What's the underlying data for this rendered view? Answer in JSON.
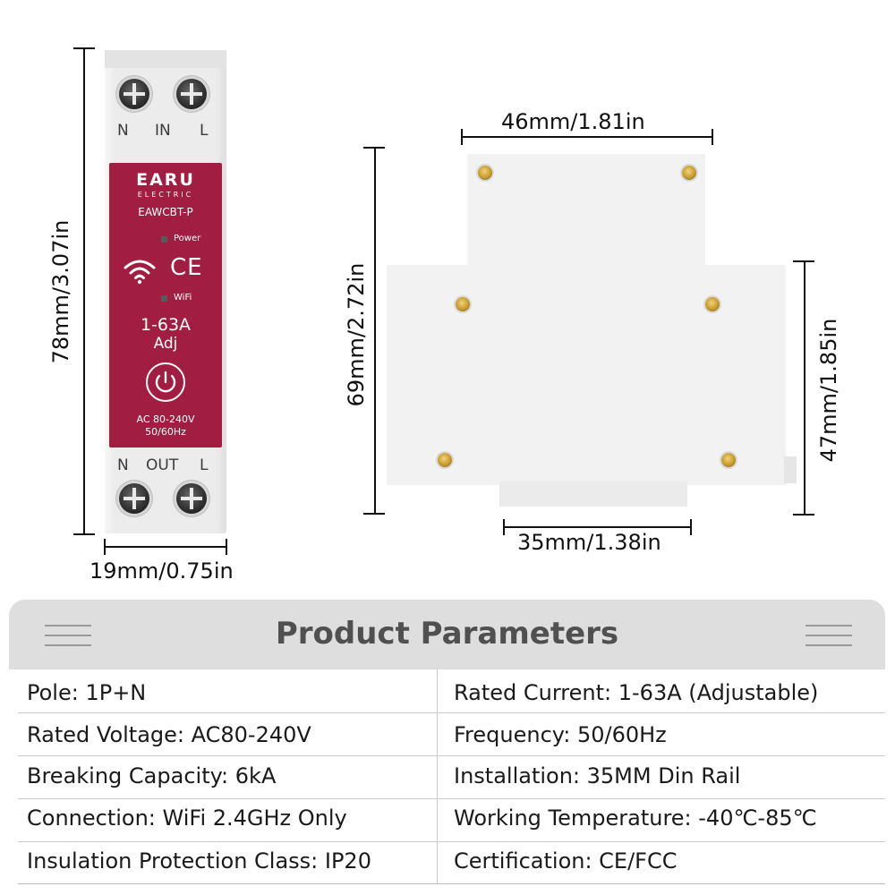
{
  "device_front": {
    "top_labels": [
      "N",
      "IN",
      "L"
    ],
    "bottom_labels": [
      "N",
      "OUT",
      "L"
    ],
    "brand": "EARU",
    "brand_sub": "ELECTRIC",
    "model": "EAWCBT-P",
    "power_label": "Power",
    "wifi_label": "WiFi",
    "ce_mark": "CE",
    "rating": "1-63A",
    "adj": "Adj",
    "voltage": "AC 80-240V",
    "frequency": "50/60Hz",
    "colors": {
      "panel": "#a11d42",
      "body": "#ececec"
    }
  },
  "dimensions": {
    "front_height": "78mm/3.07in",
    "front_width": "19mm/0.75in",
    "side_top_width": "46mm/1.81in",
    "side_height": "69mm/2.72in",
    "side_right_height": "47mm/1.85in",
    "side_bottom_width": "35mm/1.38in"
  },
  "parameters": {
    "title": "Product Parameters",
    "rows": [
      [
        "Pole: 1P+N",
        "Rated Current: 1-63A (Adjustable)"
      ],
      [
        "Rated Voltage: AC80-240V",
        "Frequency: 50/60Hz"
      ],
      [
        "Breaking Capacity: 6kA",
        "Installation: 35MM Din Rail"
      ],
      [
        "Connection: WiFi 2.4GHz Only",
        "Working Temperature: -40℃-85℃"
      ],
      [
        "Insulation Protection Class: IP20",
        "Certification: CE/FCC"
      ]
    ]
  }
}
